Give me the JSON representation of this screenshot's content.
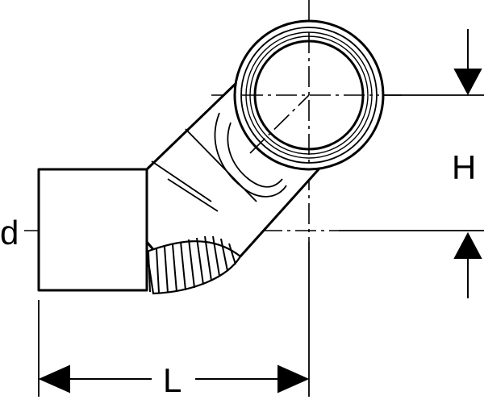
{
  "labels": {
    "diameter": "d",
    "height": "H",
    "length": "L"
  },
  "colors": {
    "stroke": "#000000",
    "background": "#ffffff"
  }
}
